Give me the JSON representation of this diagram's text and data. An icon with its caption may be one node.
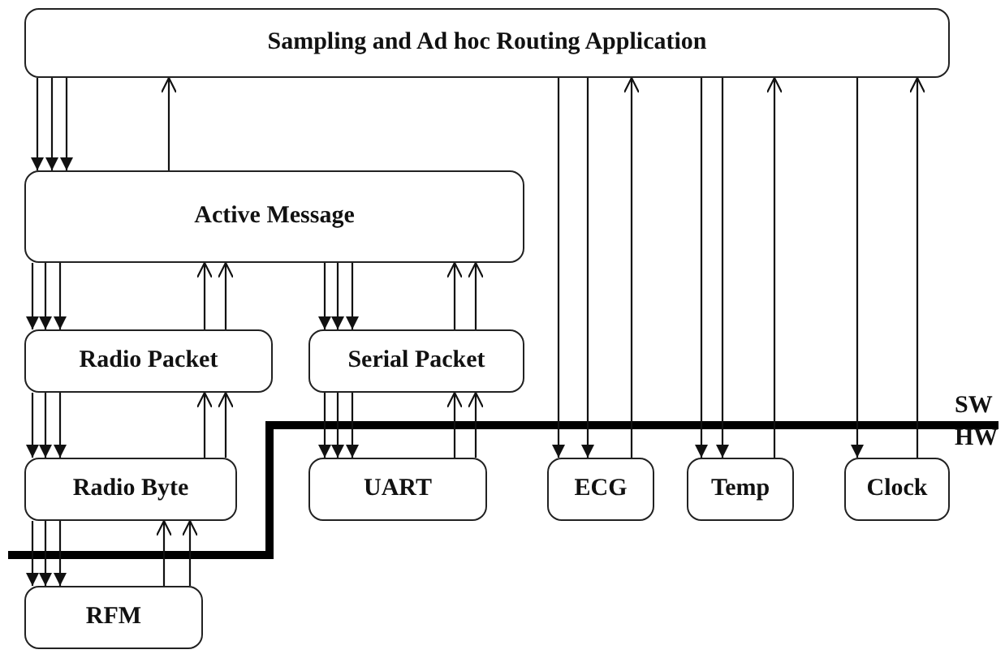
{
  "diagram": {
    "nodes": [
      {
        "text": [
          "Sampling and Ad hoc Routing Application"
        ]
      },
      {
        "text": [
          "Active Message"
        ]
      },
      {
        "text": [
          "Radio Packet"
        ]
      },
      {
        "text": [
          "Serial Packet"
        ]
      },
      {
        "text": [
          "Radio Byte"
        ]
      },
      {
        "text": [
          "UART"
        ]
      },
      {
        "text": [
          "ECG"
        ]
      },
      {
        "text": [
          "Temp"
        ]
      },
      {
        "text": [
          "Clock"
        ]
      },
      {
        "text": [
          "RFM"
        ]
      }
    ],
    "edges": [
      {
        "from": 0,
        "to": 1,
        "arrow": "to"
      },
      {
        "from": 0,
        "to": 1,
        "arrow": "to"
      },
      {
        "from": 0,
        "to": 1,
        "arrow": "to"
      },
      {
        "from": 1,
        "to": 0,
        "arrow": "to"
      },
      {
        "from": 1,
        "to": 2,
        "arrow": "to"
      },
      {
        "from": 1,
        "to": 2,
        "arrow": "to"
      },
      {
        "from": 1,
        "to": 2,
        "arrow": "to"
      },
      {
        "from": 2,
        "to": 1,
        "arrow": "to"
      },
      {
        "from": 2,
        "to": 1,
        "arrow": "to"
      },
      {
        "from": 1,
        "to": 3,
        "arrow": "to"
      },
      {
        "from": 1,
        "to": 3,
        "arrow": "to"
      },
      {
        "from": 1,
        "to": 3,
        "arrow": "to"
      },
      {
        "from": 3,
        "to": 1,
        "arrow": "to"
      },
      {
        "from": 3,
        "to": 1,
        "arrow": "to"
      },
      {
        "from": 2,
        "to": 4,
        "arrow": "to"
      },
      {
        "from": 2,
        "to": 4,
        "arrow": "to"
      },
      {
        "from": 2,
        "to": 4,
        "arrow": "to"
      },
      {
        "from": 4,
        "to": 2,
        "arrow": "to"
      },
      {
        "from": 4,
        "to": 2,
        "arrow": "to"
      },
      {
        "from": 3,
        "to": 5,
        "arrow": "to"
      },
      {
        "from": 3,
        "to": 5,
        "arrow": "to"
      },
      {
        "from": 3,
        "to": 5,
        "arrow": "to"
      },
      {
        "from": 5,
        "to": 3,
        "arrow": "to"
      },
      {
        "from": 5,
        "to": 3,
        "arrow": "to"
      },
      {
        "from": 4,
        "to": 9,
        "arrow": "to"
      },
      {
        "from": 4,
        "to": 9,
        "arrow": "to"
      },
      {
        "from": 4,
        "to": 9,
        "arrow": "to"
      },
      {
        "from": 9,
        "to": 4,
        "arrow": "to"
      },
      {
        "from": 9,
        "to": 4,
        "arrow": "to"
      },
      {
        "from": 0,
        "to": 6,
        "arrow": "to"
      },
      {
        "from": 0,
        "to": 6,
        "arrow": "to"
      },
      {
        "from": 6,
        "to": 0,
        "arrow": "to"
      },
      {
        "from": 0,
        "to": 7,
        "arrow": "to"
      },
      {
        "from": 0,
        "to": 7,
        "arrow": "to"
      },
      {
        "from": 7,
        "to": 0,
        "arrow": "to"
      },
      {
        "from": 0,
        "to": 8,
        "arrow": "to"
      },
      {
        "from": 8,
        "to": 0,
        "arrow": "to"
      }
    ],
    "labels": [
      "SW",
      "HW"
    ]
  }
}
